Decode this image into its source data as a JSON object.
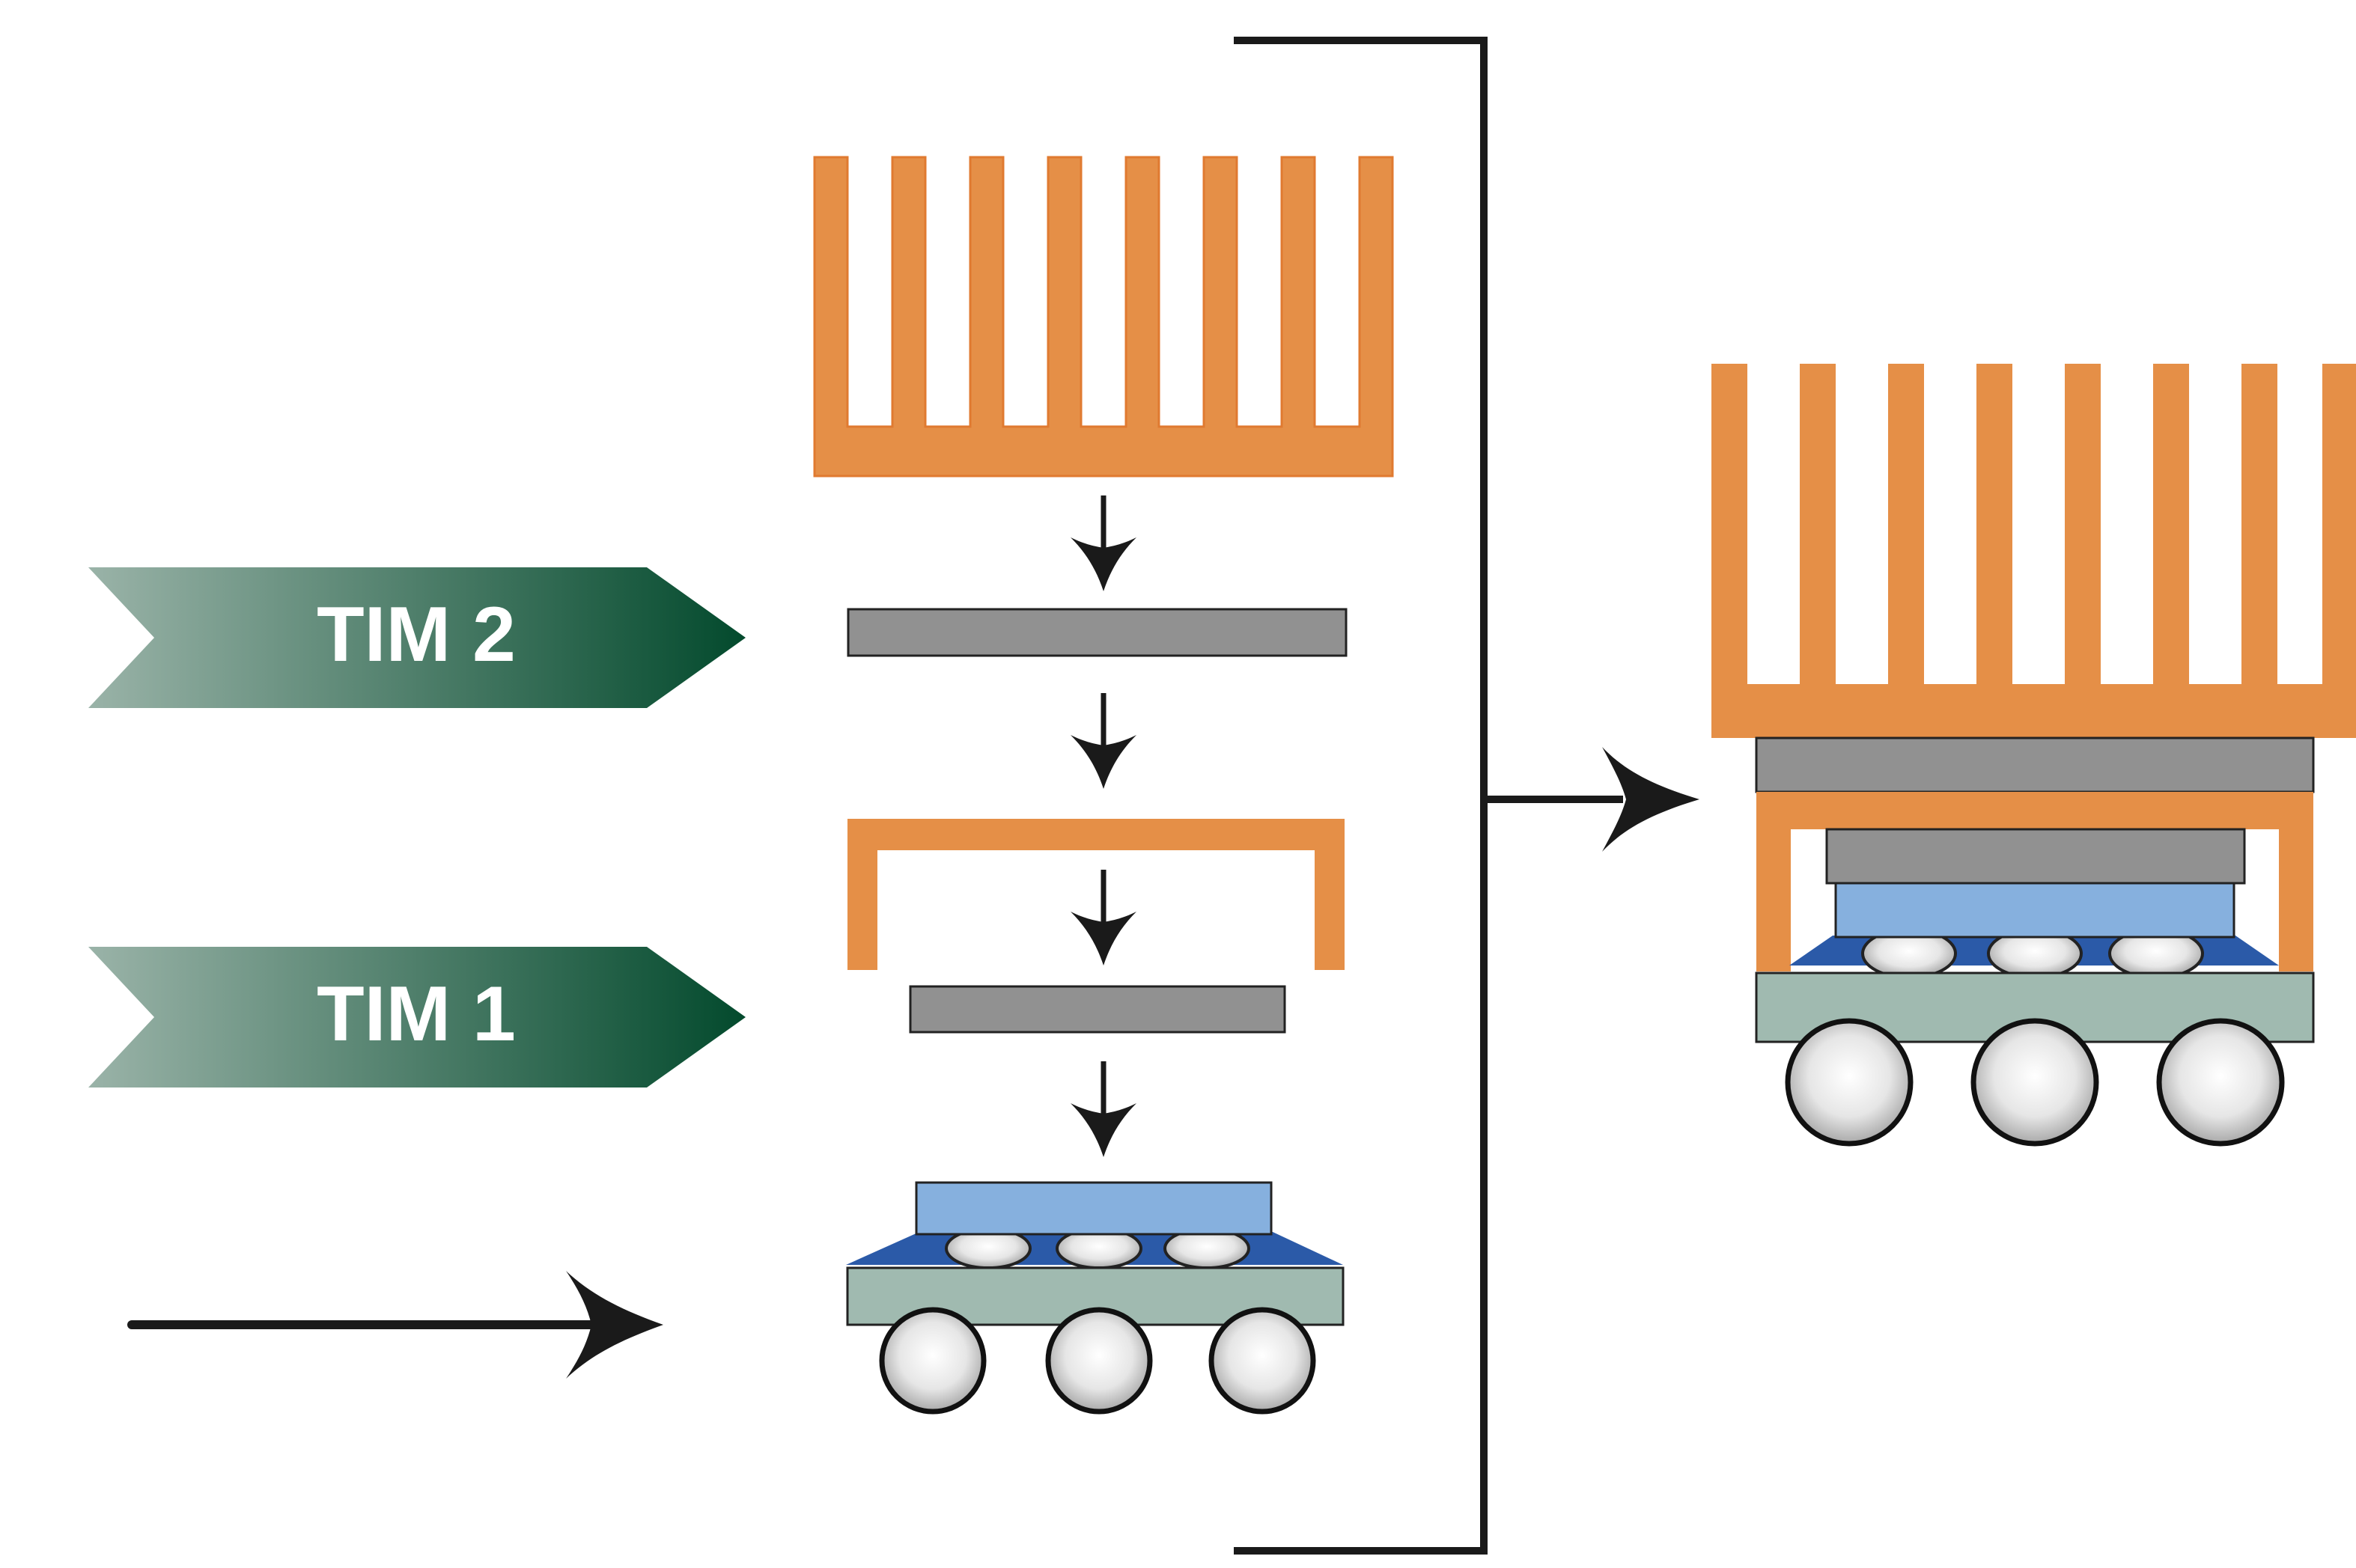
{
  "labels": {
    "tim2": "TIM 2",
    "tim1": "TIM 1"
  },
  "components": [
    "heat-sink",
    "tim-2-layer",
    "heat-spreader-lid",
    "tim-1-layer",
    "flip-chip-package"
  ],
  "colors": {
    "heat_sink": "#e58f47",
    "tim": "#919191",
    "die": "#86b0de",
    "underfill": "#2b5aa8",
    "substrate": "#a0bab0",
    "label_dark": "#034a2d",
    "label_light": "#9ab3a8",
    "line": "#1a1a1a"
  }
}
